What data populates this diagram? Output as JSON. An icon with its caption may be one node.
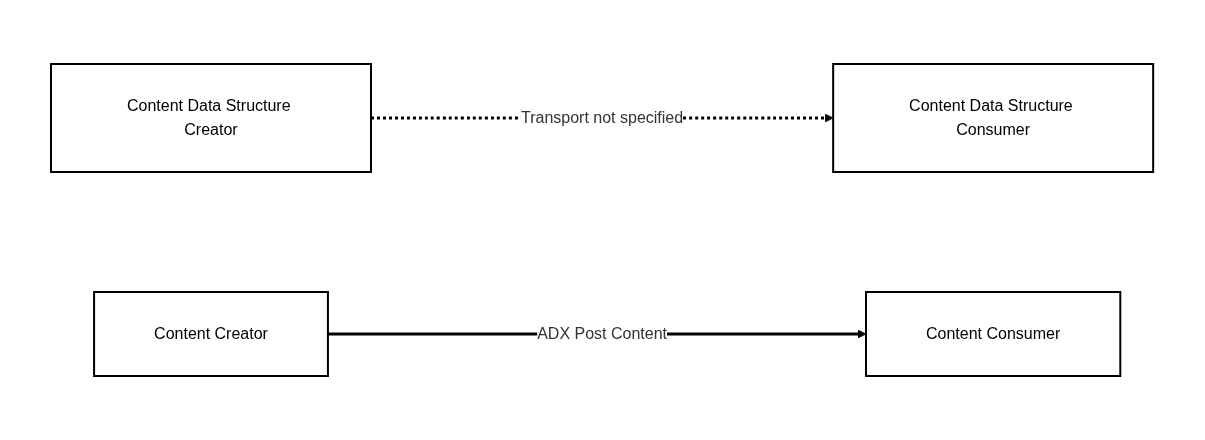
{
  "diagram": {
    "nodes": [
      {
        "text": [
          "Content Data Structure Consumer"
        ]
      },
      {
        "text": [
          "Content Data Structure Creator"
        ]
      },
      {
        "text": [
          "Content Creator"
        ]
      },
      {
        "text": [
          "Content Consumer"
        ]
      }
    ],
    "edges": [
      {
        "from": 1,
        "to": 0,
        "arrow": "to",
        "label": "Transport not specified",
        "style": "dashed"
      },
      {
        "from": 2,
        "to": 3,
        "arrow": "to",
        "label": "ADX Post Content"
      }
    ]
  }
}
